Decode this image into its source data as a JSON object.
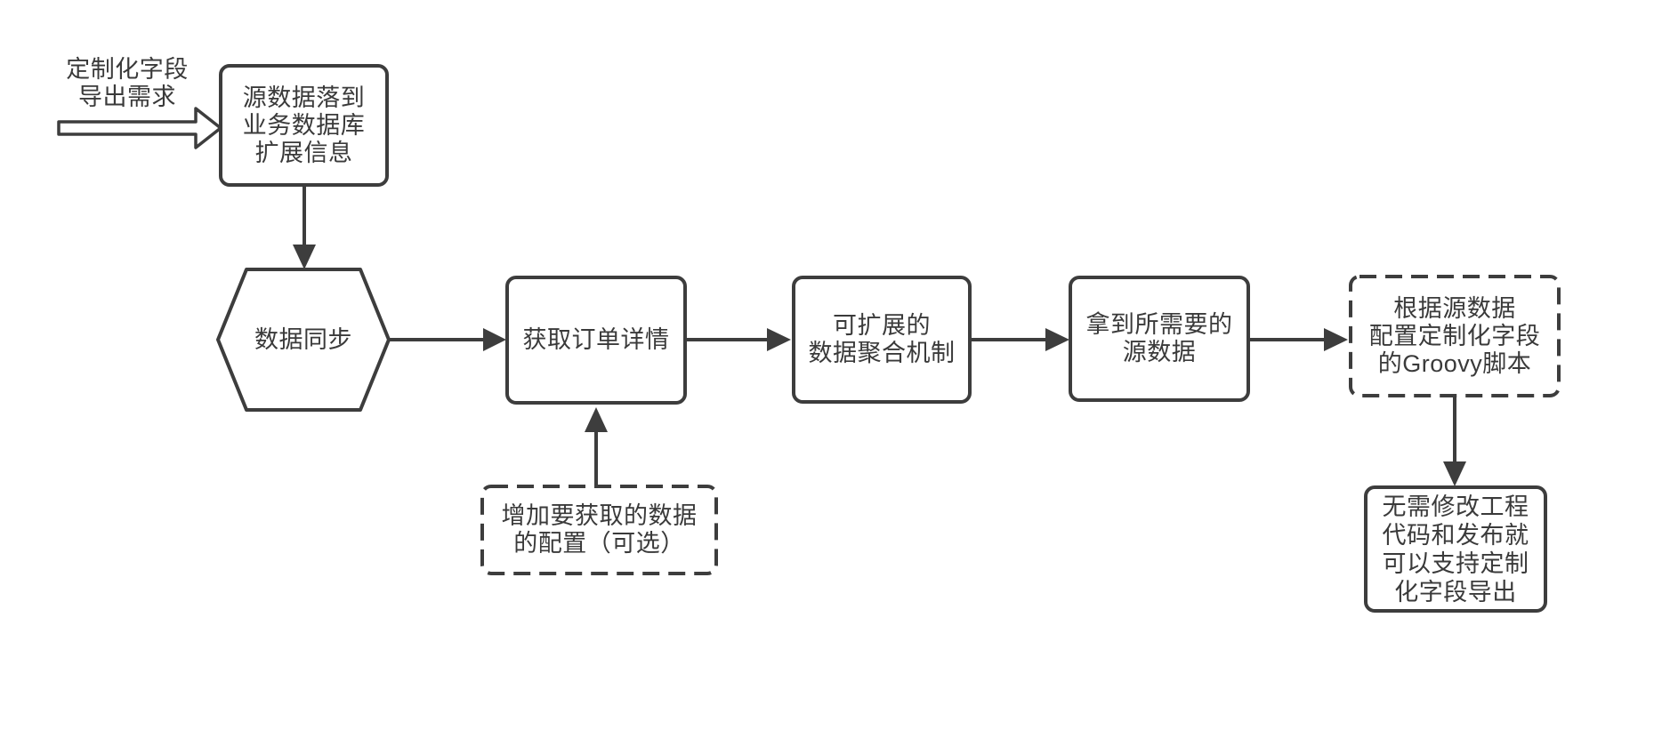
{
  "colors": {
    "stroke": "#3d3d3d",
    "text": "#3a3a3a",
    "canvas_bg": "#ffffff",
    "node_fill": "#ffffff"
  },
  "start": {
    "lines": [
      "定制化字段",
      "导出需求"
    ]
  },
  "nodes": {
    "source_data": {
      "lines": [
        "源数据落到",
        "业务数据库",
        "扩展信息"
      ]
    },
    "data_sync": {
      "label": "数据同步"
    },
    "get_order": {
      "label": "获取订单详情"
    },
    "aggregation": {
      "lines": [
        "可扩展的",
        "数据聚合机制"
      ]
    },
    "obtained": {
      "lines": [
        "拿到所需要的",
        "源数据"
      ]
    },
    "groovy": {
      "lines": [
        "根据源数据",
        "配置定制化字段",
        "的Groovy脚本"
      ]
    },
    "result": {
      "lines": [
        "无需修改工程",
        "代码和发布就",
        "可以支持定制",
        "化字段导出"
      ]
    },
    "config": {
      "lines": [
        "增加要获取的数据",
        "的配置（可选）"
      ]
    }
  }
}
